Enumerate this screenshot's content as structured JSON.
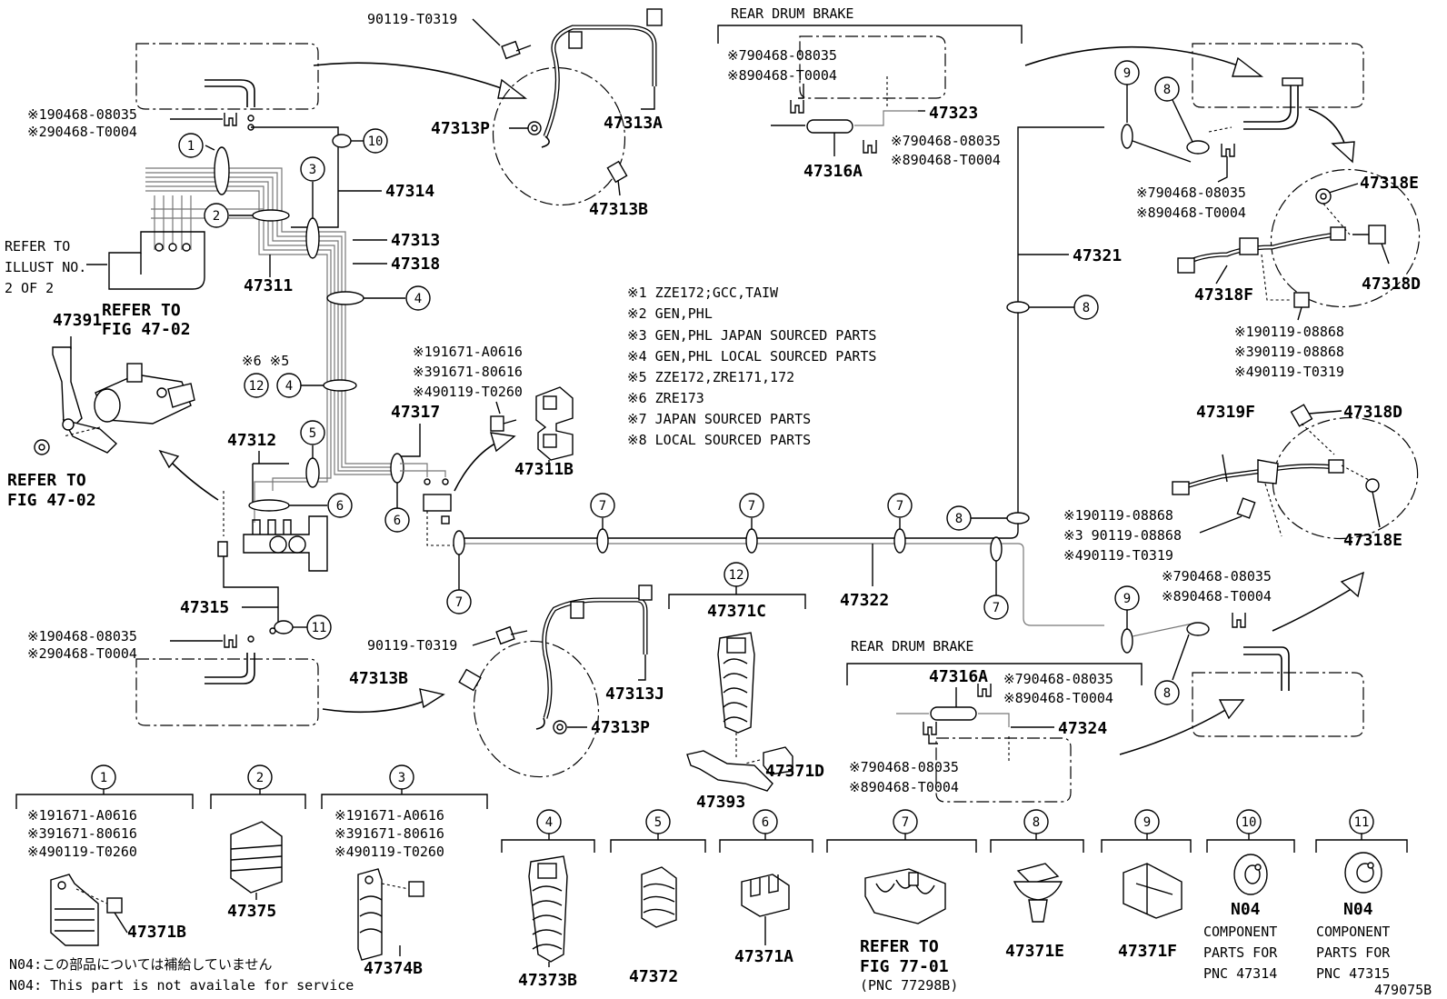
{
  "title_rear_drum_brake": "REAR DRUM BRAKE",
  "image_code": "479075B",
  "conditions": [
    "※1 ZZE172;GCC,TAIW",
    "※2 GEN,PHL",
    "※3 GEN,PHL  JAPAN SOURCED PARTS",
    "※4 GEN,PHL  LOCAL SOURCED PARTS",
    "※5 ZZE172,ZRE171,172",
    "※6 ZRE173",
    "※7 JAPAN SOURCED PARTS",
    "※8 LOCAL SOURCED PARTS"
  ],
  "notes": {
    "jp": "N04:この部品については補給していません",
    "en": "N04: This part is not availale for service"
  },
  "refs": {
    "illust_1": "REFER TO",
    "illust_2": "ILLUST NO.",
    "illust_3": "2 OF 2",
    "fig_a1": "REFER TO",
    "fig_a2": "FIG 47-02",
    "fig_b1": "REFER TO",
    "fig_b2": "FIG 47-02",
    "fig_c1": "REFER TO",
    "fig_c2": "FIG 77-01",
    "fig_c3": "(PNC 77298B)"
  },
  "part_numbers": {
    "p47313P_top": "47313P",
    "p47313A": "47313A",
    "p47313B_top": "47313B",
    "p47314": "47314",
    "p47313": "47313",
    "p47318": "47318",
    "p47311": "47311",
    "p47391": "47391",
    "p47312": "47312",
    "p47317": "47317",
    "p47311B": "47311B",
    "p47315": "47315",
    "p47313B_bot": "47313B",
    "p47313J": "47313J",
    "p47313P_bot": "47313P",
    "p47371C": "47371C",
    "p47371D": "47371D",
    "p47393": "47393",
    "p47322": "47322",
    "p47323": "47323",
    "p47316A_top": "47316A",
    "p47321": "47321",
    "p47318E_top": "47318E",
    "p47318F": "47318F",
    "p47318D_top": "47318D",
    "p47319F": "47319F",
    "p47318D_mid": "47318D",
    "p47318E_mid": "47318E",
    "p47316A_bot": "47316A",
    "p47324": "47324",
    "p47371B": "47371B",
    "p47375": "47375",
    "p47374B": "47374B",
    "p47373B": "47373B",
    "p47372": "47372",
    "p47371A": "47371A",
    "p47371E": "47371E",
    "p47371F": "47371F",
    "n04_a": "N04",
    "n04_b": "N04"
  },
  "codes": {
    "c90119_top": "90119-T0319",
    "c90119_bot": "90119-T0319",
    "tl_1": "※190468-08035",
    "tl_2": "※290468-T0004",
    "bl_1": "※190468-08035",
    "bl_2": "※290468-T0004",
    "m_1": "※191671-A0616",
    "m_2": "※391671-80616",
    "m_3": "※490119-T0260",
    "rdt_1": "※790468-08035",
    "rdt_2": "※890468-T0004",
    "rdt_3": "※790468-08035",
    "rdt_4": "※890468-T0004",
    "rt_1": "※790468-08035",
    "rt_2": "※890468-T0004",
    "rt_3": "※190119-08868",
    "rt_4": "※390119-08868",
    "rt_5": "※490119-T0319",
    "rm_1": "※190119-08868",
    "rm_2": "※3 90119-08868",
    "rm_3": "※490119-T0319",
    "rb_1": "※790468-08035",
    "rb_2": "※890468-T0004",
    "rdb_1": "※790468-08035",
    "rdb_2": "※890468-T0004",
    "rdb_3": "※790468-08035",
    "rdb_4": "※890468-T0004",
    "k1_1": "※191671-A0616",
    "k1_2": "※391671-80616",
    "k1_3": "※490119-T0260",
    "k3_1": "※191671-A0616",
    "k3_2": "※391671-80616",
    "k3_3": "※490119-T0260",
    "s6_5": "※6 ※5"
  },
  "component_parts": {
    "a1": "COMPONENT",
    "a2": "PARTS FOR",
    "a3": "PNC 47314",
    "b1": "COMPONENT",
    "b2": "PARTS FOR",
    "b3": "PNC 47315"
  },
  "callouts": {
    "n1": "1",
    "n2": "2",
    "n3": "3",
    "n4": "4",
    "n5": "5",
    "n6": "6",
    "n7": "7",
    "n8": "8",
    "n9": "9",
    "n10": "10",
    "n11": "11",
    "n12": "12"
  }
}
